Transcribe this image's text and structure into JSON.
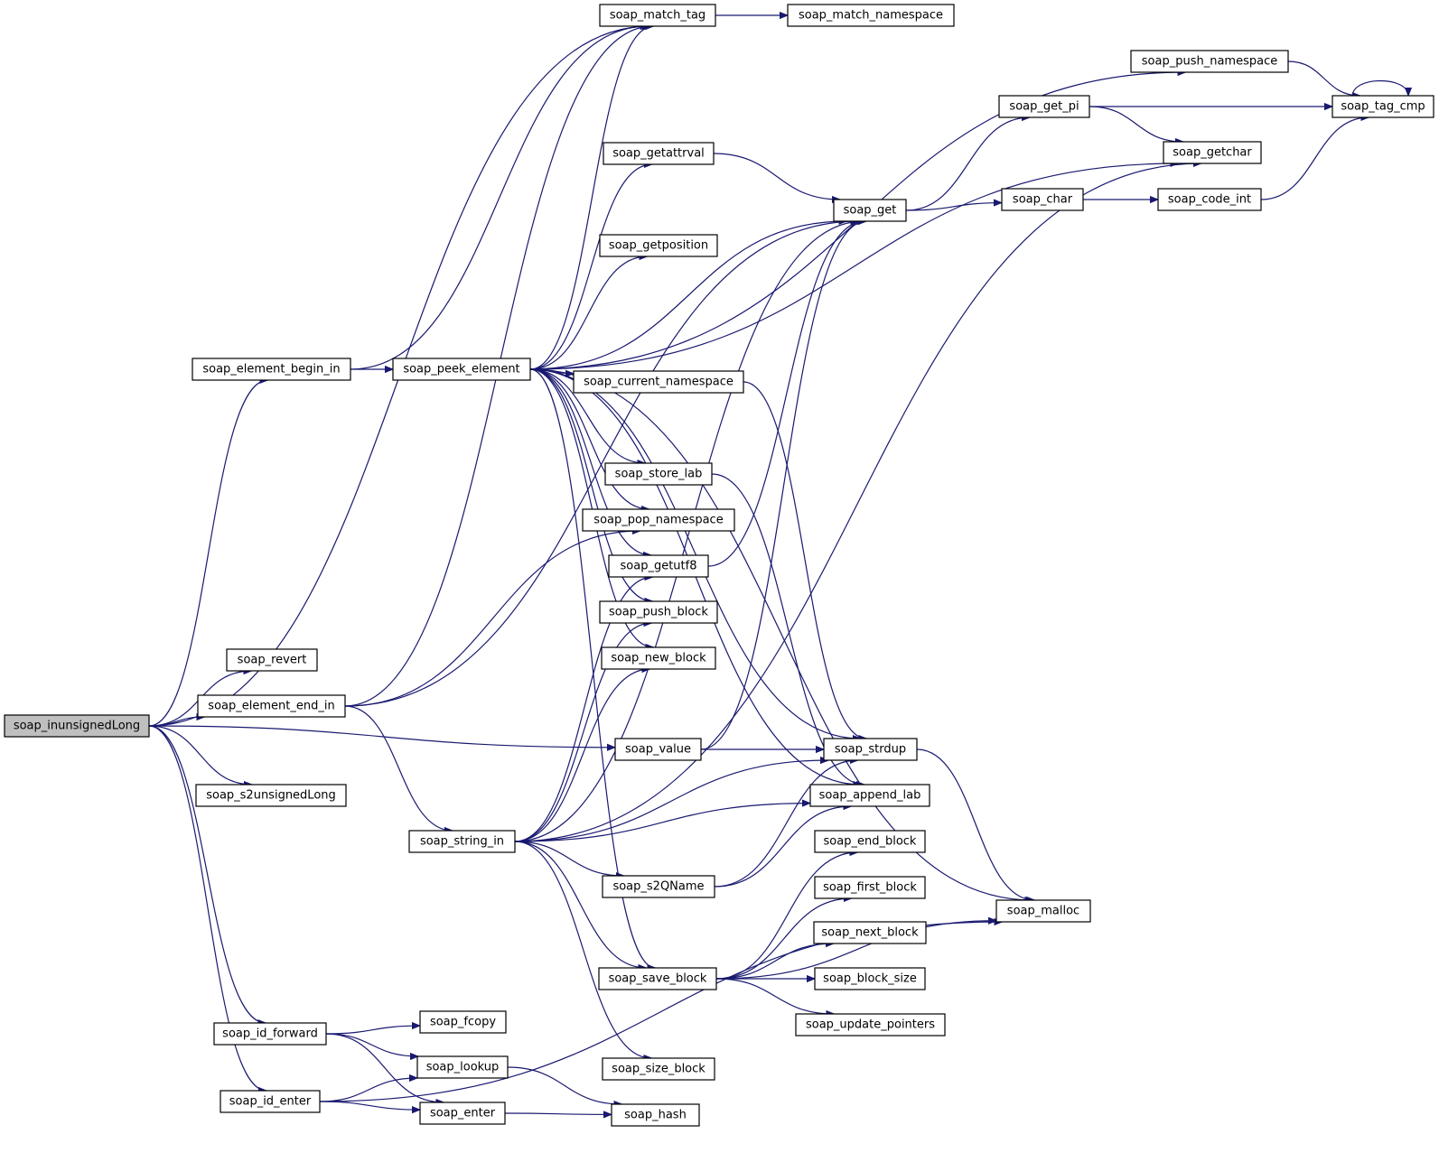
{
  "graph": {
    "root": "soap_inunsignedLong",
    "edge_color": "#191970",
    "root_fill": "#bfbfbf",
    "nodes": [
      {
        "id": "soap_inunsignedLong",
        "label": "soap_inunsignedLong"
      },
      {
        "id": "soap_element_begin_in",
        "label": "soap_element_begin_in"
      },
      {
        "id": "soap_revert",
        "label": "soap_revert"
      },
      {
        "id": "soap_element_end_in",
        "label": "soap_element_end_in"
      },
      {
        "id": "soap_s2unsignedLong",
        "label": "soap_s2unsignedLong"
      },
      {
        "id": "soap_id_forward",
        "label": "soap_id_forward"
      },
      {
        "id": "soap_id_enter",
        "label": "soap_id_enter"
      },
      {
        "id": "soap_peek_element",
        "label": "soap_peek_element"
      },
      {
        "id": "soap_string_in",
        "label": "soap_string_in"
      },
      {
        "id": "soap_fcopy",
        "label": "soap_fcopy"
      },
      {
        "id": "soap_lookup",
        "label": "soap_lookup"
      },
      {
        "id": "soap_enter",
        "label": "soap_enter"
      },
      {
        "id": "soap_match_tag",
        "label": "soap_match_tag"
      },
      {
        "id": "soap_getattrval",
        "label": "soap_getattrval"
      },
      {
        "id": "soap_getposition",
        "label": "soap_getposition"
      },
      {
        "id": "soap_current_namespace",
        "label": "soap_current_namespace"
      },
      {
        "id": "soap_store_lab",
        "label": "soap_store_lab"
      },
      {
        "id": "soap_pop_namespace",
        "label": "soap_pop_namespace"
      },
      {
        "id": "soap_getutf8",
        "label": "soap_getutf8"
      },
      {
        "id": "soap_push_block",
        "label": "soap_push_block"
      },
      {
        "id": "soap_new_block",
        "label": "soap_new_block"
      },
      {
        "id": "soap_value",
        "label": "soap_value"
      },
      {
        "id": "soap_s2QName",
        "label": "soap_s2QName"
      },
      {
        "id": "soap_save_block",
        "label": "soap_save_block"
      },
      {
        "id": "soap_size_block",
        "label": "soap_size_block"
      },
      {
        "id": "soap_hash",
        "label": "soap_hash"
      },
      {
        "id": "soap_match_namespace",
        "label": "soap_match_namespace"
      },
      {
        "id": "soap_get",
        "label": "soap_get"
      },
      {
        "id": "soap_strdup",
        "label": "soap_strdup"
      },
      {
        "id": "soap_append_lab",
        "label": "soap_append_lab"
      },
      {
        "id": "soap_end_block",
        "label": "soap_end_block"
      },
      {
        "id": "soap_first_block",
        "label": "soap_first_block"
      },
      {
        "id": "soap_next_block",
        "label": "soap_next_block"
      },
      {
        "id": "soap_block_size",
        "label": "soap_block_size"
      },
      {
        "id": "soap_update_pointers",
        "label": "soap_update_pointers"
      },
      {
        "id": "soap_push_namespace",
        "label": "soap_push_namespace"
      },
      {
        "id": "soap_get_pi",
        "label": "soap_get_pi"
      },
      {
        "id": "soap_char",
        "label": "soap_char"
      },
      {
        "id": "soap_malloc",
        "label": "soap_malloc"
      },
      {
        "id": "soap_getchar",
        "label": "soap_getchar"
      },
      {
        "id": "soap_code_int",
        "label": "soap_code_int"
      },
      {
        "id": "soap_tag_cmp",
        "label": "soap_tag_cmp"
      }
    ],
    "edges": [
      [
        "soap_inunsignedLong",
        "soap_element_begin_in"
      ],
      [
        "soap_inunsignedLong",
        "soap_match_tag"
      ],
      [
        "soap_inunsignedLong",
        "soap_revert"
      ],
      [
        "soap_inunsignedLong",
        "soap_element_end_in"
      ],
      [
        "soap_inunsignedLong",
        "soap_value"
      ],
      [
        "soap_inunsignedLong",
        "soap_s2unsignedLong"
      ],
      [
        "soap_inunsignedLong",
        "soap_id_forward"
      ],
      [
        "soap_inunsignedLong",
        "soap_id_enter"
      ],
      [
        "soap_element_begin_in",
        "soap_peek_element"
      ],
      [
        "soap_element_begin_in",
        "soap_match_tag"
      ],
      [
        "soap_element_end_in",
        "soap_match_tag"
      ],
      [
        "soap_element_end_in",
        "soap_pop_namespace"
      ],
      [
        "soap_element_end_in",
        "soap_get"
      ],
      [
        "soap_element_end_in",
        "soap_string_in"
      ],
      [
        "soap_id_forward",
        "soap_fcopy"
      ],
      [
        "soap_id_forward",
        "soap_lookup"
      ],
      [
        "soap_id_forward",
        "soap_enter"
      ],
      [
        "soap_id_enter",
        "soap_lookup"
      ],
      [
        "soap_id_enter",
        "soap_enter"
      ],
      [
        "soap_id_enter",
        "soap_malloc"
      ],
      [
        "soap_lookup",
        "soap_hash"
      ],
      [
        "soap_enter",
        "soap_hash"
      ],
      [
        "soap_match_tag",
        "soap_match_namespace"
      ],
      [
        "soap_peek_element",
        "soap_match_tag"
      ],
      [
        "soap_peek_element",
        "soap_push_namespace"
      ],
      [
        "soap_peek_element",
        "soap_getchar"
      ],
      [
        "soap_peek_element",
        "soap_getattrval"
      ],
      [
        "soap_peek_element",
        "soap_get"
      ],
      [
        "soap_peek_element",
        "soap_getposition"
      ],
      [
        "soap_peek_element",
        "soap_malloc"
      ],
      [
        "soap_peek_element",
        "soap_strdup"
      ],
      [
        "soap_peek_element",
        "soap_current_namespace"
      ],
      [
        "soap_peek_element",
        "soap_append_lab"
      ],
      [
        "soap_peek_element",
        "soap_store_lab"
      ],
      [
        "soap_peek_element",
        "soap_pop_namespace"
      ],
      [
        "soap_peek_element",
        "soap_getutf8"
      ],
      [
        "soap_peek_element",
        "soap_push_block"
      ],
      [
        "soap_peek_element",
        "soap_new_block"
      ],
      [
        "soap_peek_element",
        "soap_save_block"
      ],
      [
        "soap_getattrval",
        "soap_get"
      ],
      [
        "soap_current_namespace",
        "soap_strdup"
      ],
      [
        "soap_store_lab",
        "soap_append_lab"
      ],
      [
        "soap_getutf8",
        "soap_get"
      ],
      [
        "soap_value",
        "soap_get"
      ],
      [
        "soap_value",
        "soap_strdup"
      ],
      [
        "soap_string_in",
        "soap_getutf8"
      ],
      [
        "soap_string_in",
        "soap_push_block"
      ],
      [
        "soap_string_in",
        "soap_new_block"
      ],
      [
        "soap_string_in",
        "soap_get"
      ],
      [
        "soap_string_in",
        "soap_strdup"
      ],
      [
        "soap_string_in",
        "soap_append_lab"
      ],
      [
        "soap_string_in",
        "soap_s2QName"
      ],
      [
        "soap_string_in",
        "soap_save_block"
      ],
      [
        "soap_string_in",
        "soap_size_block"
      ],
      [
        "soap_string_in",
        "soap_getchar"
      ],
      [
        "soap_s2QName",
        "soap_strdup"
      ],
      [
        "soap_s2QName",
        "soap_append_lab"
      ],
      [
        "soap_save_block",
        "soap_end_block"
      ],
      [
        "soap_save_block",
        "soap_first_block"
      ],
      [
        "soap_save_block",
        "soap_next_block"
      ],
      [
        "soap_save_block",
        "soap_block_size"
      ],
      [
        "soap_save_block",
        "soap_update_pointers"
      ],
      [
        "soap_save_block",
        "soap_malloc"
      ],
      [
        "soap_get",
        "soap_get_pi"
      ],
      [
        "soap_get",
        "soap_char"
      ],
      [
        "soap_strdup",
        "soap_malloc"
      ],
      [
        "soap_get_pi",
        "soap_tag_cmp"
      ],
      [
        "soap_get_pi",
        "soap_getchar"
      ],
      [
        "soap_char",
        "soap_code_int"
      ],
      [
        "soap_code_int",
        "soap_tag_cmp"
      ],
      [
        "soap_push_namespace",
        "soap_tag_cmp"
      ],
      [
        "soap_tag_cmp",
        "soap_tag_cmp"
      ]
    ]
  }
}
